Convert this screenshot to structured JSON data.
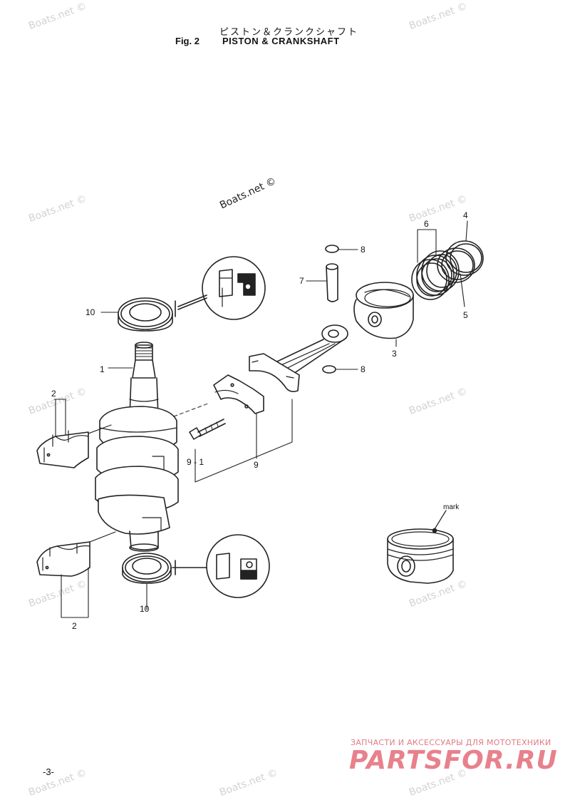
{
  "header": {
    "title_jp": "ピストン＆クランクシャフト",
    "fig_label": "Fig. 2",
    "title_en": "PISTON & CRANKSHAFT"
  },
  "watermark": {
    "text": "Boats.net ©",
    "center_text": "Boats.net ©"
  },
  "callouts": {
    "c1": "1",
    "c2_top": "2",
    "c2_bottom": "2",
    "c3": "3",
    "c4": "4",
    "c5": "5",
    "c6": "6",
    "c7": "7",
    "c8_top": "8",
    "c8_bottom": "8",
    "c9": "9",
    "c9_1": "9 - 1",
    "c10_top": "10",
    "c10_bottom": "10",
    "mark": "mark"
  },
  "footer": {
    "page_number": "-3-",
    "ad_tagline": "ЗАПЧАСТИ И АКСЕССУАРЫ ДЛЯ МОТОТЕХНИКИ",
    "ad_logo": "PARTSFOR.RU"
  }
}
